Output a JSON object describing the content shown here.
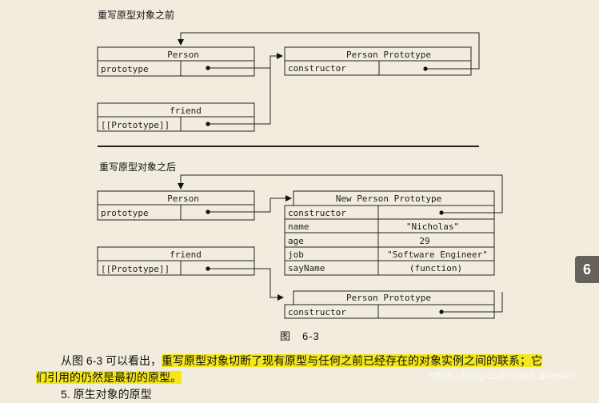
{
  "before": {
    "heading": "重写原型对象之前",
    "person": {
      "title": "Person",
      "row": "prototype"
    },
    "friend": {
      "title": "friend",
      "row": "[[Prototype]]"
    },
    "proto": {
      "title": "Person Prototype",
      "row": "constructor"
    }
  },
  "after": {
    "heading": "重写原型对象之后",
    "person": {
      "title": "Person",
      "row": "prototype"
    },
    "friend": {
      "title": "friend",
      "row": "[[Prototype]]"
    },
    "new_proto": {
      "title": "New Person Prototype",
      "rows": [
        {
          "key": "constructor",
          "value": ""
        },
        {
          "key": "name",
          "value": "\"Nicholas\""
        },
        {
          "key": "age",
          "value": "29"
        },
        {
          "key": "job",
          "value": "\"Software Engineer\""
        },
        {
          "key": "sayName",
          "value": "(function)"
        }
      ]
    },
    "old_proto": {
      "title": "Person Prototype",
      "row": "constructor"
    }
  },
  "figure_caption": "图　6-3",
  "paragraph": {
    "prefix": "从图 6-3 可以看出，",
    "highlight1": "重写原型对象切断了现有原型与任何之前已经存在的对象实例之间的联系；它",
    "highlight2": "们引用的仍然是最初的原型。",
    "next_line": "5. 原生对象的原型"
  },
  "side_badge": "6",
  "watermark": "https://blog.csdn.net/Lakeson"
}
